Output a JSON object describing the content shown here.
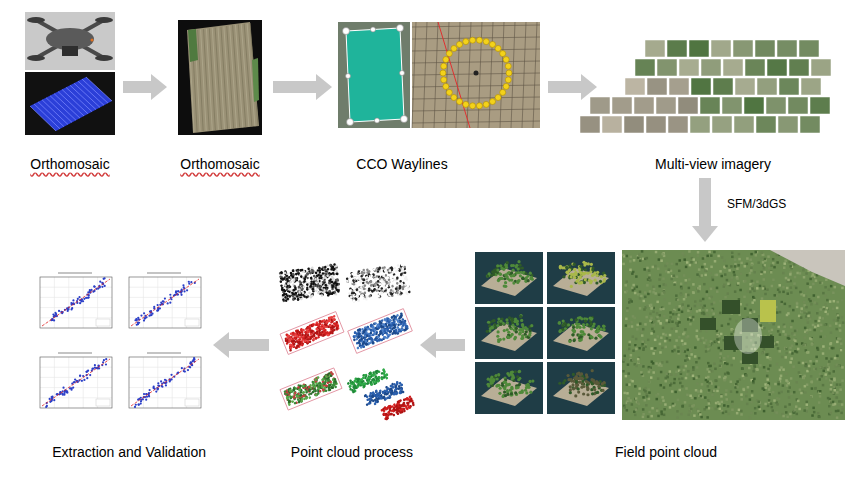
{
  "diagram": {
    "nodes": [
      {
        "text": [
          "Orthomosaic"
        ]
      },
      {
        "text": [
          "Orthomosaic"
        ]
      },
      {
        "text": [
          "CCO  Waylines"
        ]
      },
      {
        "text": [
          "Multi-view imagery"
        ]
      },
      {
        "text": [
          "Field point cloud"
        ]
      },
      {
        "text": [
          "Point cloud  process"
        ]
      },
      {
        "text": [
          "Extraction and Validation"
        ]
      }
    ],
    "edges": [
      {
        "from": 0,
        "to": 1,
        "arrow": "to"
      },
      {
        "from": 1,
        "to": 2,
        "arrow": "to"
      },
      {
        "from": 2,
        "to": 3,
        "arrow": "to"
      },
      {
        "from": 3,
        "to": 4,
        "label": "SFM/3dGS",
        "arrow": "to"
      },
      {
        "from": 4,
        "to": 5,
        "arrow": "to"
      },
      {
        "from": 5,
        "to": 6,
        "arrow": "to"
      }
    ]
  }
}
